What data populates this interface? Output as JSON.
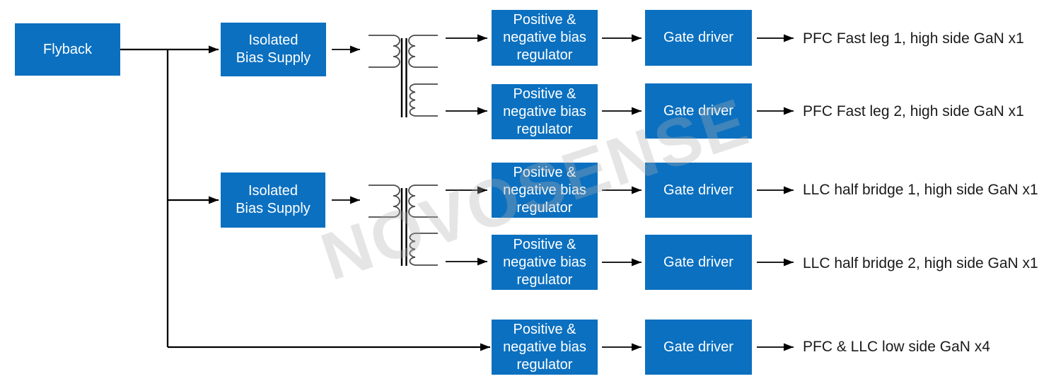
{
  "watermark": "NOVOSENSE",
  "colors": {
    "box-fill": "#0B70C0",
    "box-text": "#FFFFFF",
    "wire": "#000000",
    "coil": "#4A4A4A",
    "output-text": "#1A1A1A",
    "watermark-text": "rgba(175,175,175,0.32)"
  },
  "blocks": {
    "flyback": {
      "label": "Flyback"
    },
    "isolated_bias_supply": {
      "line1": "Isolated",
      "line2": "Bias Supply"
    },
    "bias_regulator": {
      "line1": "Positive &",
      "line2": "negative bias",
      "line3": "regulator"
    },
    "gate_driver": {
      "label": "Gate driver"
    }
  },
  "outputs": [
    {
      "label": "PFC Fast leg 1, high side GaN x1"
    },
    {
      "label": "PFC Fast leg 2, high side GaN x1"
    },
    {
      "label": "LLC half bridge 1, high side GaN x1"
    },
    {
      "label": "LLC half bridge 2, high side GaN x1"
    },
    {
      "label": "PFC & LLC low side GaN x4"
    }
  ]
}
